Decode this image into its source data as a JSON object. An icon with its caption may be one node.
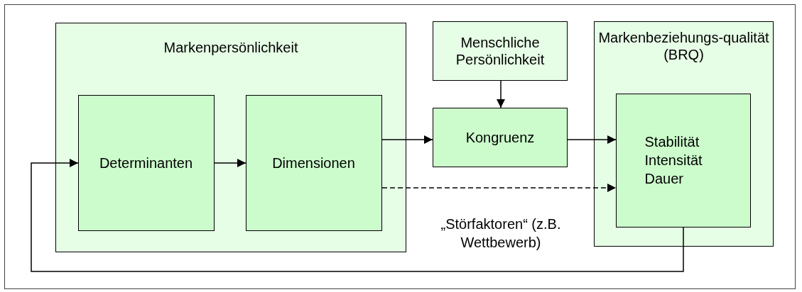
{
  "diagram": {
    "nodes": [
      {
        "text": [
          "Markenpersönlichkeit"
        ]
      },
      {
        "text": [
          "Determinanten"
        ],
        "in": 0
      },
      {
        "text": [
          "Dimensionen"
        ],
        "in": 0
      },
      {
        "text": [
          "Menschliche Persönlichkeit"
        ]
      },
      {
        "text": [
          "Kongruenz"
        ]
      },
      {
        "text": [
          "Markenbeziehungs-qualität (BRQ)"
        ]
      },
      {
        "text": [
          "Stabilität",
          "Intensität",
          "Dauer"
        ],
        "in": 5
      }
    ],
    "edges": [
      {
        "from": 1,
        "to": 2,
        "arrow": "to"
      },
      {
        "from": 2,
        "to": 4,
        "arrow": "to"
      },
      {
        "from": 3,
        "to": 4,
        "arrow": "to"
      },
      {
        "from": 4,
        "to": 6,
        "arrow": "to"
      },
      {
        "from": 2,
        "to": 6,
        "arrow": "to",
        "style": "dashed"
      },
      {
        "from": 6,
        "to": 1,
        "arrow": "to"
      }
    ],
    "labels": [
      "„Störfaktoren“ (z.B. Wettbewerb)"
    ]
  }
}
